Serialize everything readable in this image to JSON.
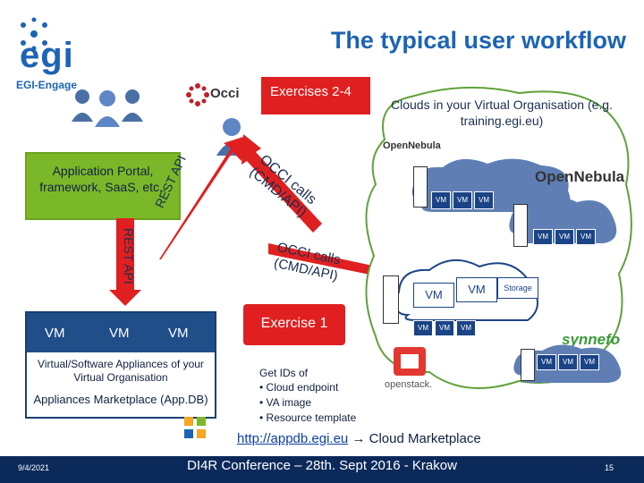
{
  "header": {
    "title": "The typical user workflow",
    "logo_name": "egi",
    "logo_sub": "EGI-Engage"
  },
  "occi": {
    "brand": "Occi",
    "exercises_callout": "Exercises 2-4",
    "call_top": "OCCI calls (CMD/API)",
    "call_mid": "OCCI calls (CMD/API)",
    "exercise1": "Exercise 1"
  },
  "left": {
    "portal_text": "Application Portal, framework, SaaS, etc..",
    "rest_api_vertical": "REST API",
    "rest_api_diag": "REST API",
    "vm_labels": [
      "VM",
      "VM",
      "VM"
    ],
    "appliances_desc": "Virtual/Software Appliances of your Virtual Organisation",
    "marketplace": "Appliances Marketplace (App.DB)"
  },
  "clouds": {
    "heading": "Clouds in your Virtual Organisation (e.g. training.egi.eu)",
    "opennebula_small": "OpenNebula",
    "opennebula_big": "OpenNebula",
    "vm_row1": [
      "VM",
      "VM",
      "VM"
    ],
    "vm_row2": [
      "VM",
      "VM",
      "VM"
    ],
    "vm_big": [
      "VM",
      "VM"
    ],
    "storage": "Storage",
    "vm_row3": [
      "VM",
      "VM",
      "VM"
    ],
    "synnefo": "synnefo",
    "vm_row4": [
      "VM",
      "VM",
      "VM"
    ],
    "openstack": "openstack."
  },
  "ids": {
    "heading": "Get IDs of",
    "items": [
      "Cloud endpoint",
      "VA image",
      "Resource template"
    ]
  },
  "marketplace_link": {
    "url_text": "http://appdb.egi.eu",
    "arrow": "→",
    "label": "Cloud Marketplace"
  },
  "footer": {
    "date": "9/4/2021",
    "conference": "DI4R Conference – 28th. Sept 2016 - Krakow",
    "page": "15"
  },
  "colors": {
    "title_blue": "#1d64b4",
    "green": "#7bb829",
    "navy": "#1f4e89",
    "callout_red": "#e02020",
    "footer_bg": "#0b2a5a"
  }
}
